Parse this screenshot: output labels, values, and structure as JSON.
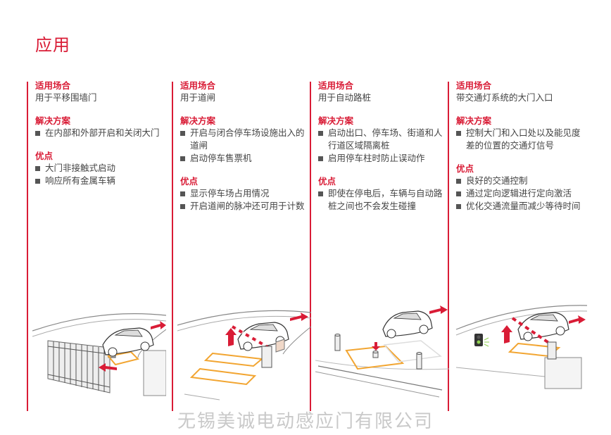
{
  "page": {
    "title": "应用",
    "watermark": "无锡美诚电动感应门有限公司"
  },
  "columns": [
    {
      "applicable_heading": "适用场合",
      "applicable_text": "用于平移围墙门",
      "solution_heading": "解决方案",
      "solution_items": [
        "在内部和外部开启和关闭大门"
      ],
      "advantages_heading": "优点",
      "advantages_items": [
        "大门非接触式启动",
        "响应所有金属车辆"
      ]
    },
    {
      "applicable_heading": "适用场合",
      "applicable_text": "用于道闸",
      "solution_heading": "解决方案",
      "solution_items": [
        "开启与闭合停车场设施出入的道闸",
        "启动停车售票机"
      ],
      "advantages_heading": "优点",
      "advantages_items": [
        "显示停车场占用情况",
        "开启道闸的脉冲还可用于计数"
      ]
    },
    {
      "applicable_heading": "适用场合",
      "applicable_text": "用于自动路桩",
      "solution_heading": "解决方案",
      "solution_items": [
        "启动出口、停车场、街道和人行道区域隔离桩",
        "启用停车柱时防止误动作"
      ],
      "advantages_heading": "优点",
      "advantages_items": [
        "即使在停电后，车辆与自动路桩之间也不会发生碰撞"
      ]
    },
    {
      "applicable_heading": "适用场合",
      "applicable_text": "带交通灯系统的大门入口",
      "solution_heading": "解决方案",
      "solution_items": [
        "控制大门和入口处以及能见度差的位置的交通灯信号"
      ],
      "advantages_heading": "优点",
      "advantages_items": [
        "良好的交通控制",
        "通过定向逻辑进行定向激活",
        "优化交通流量而减少等待时间"
      ]
    }
  ],
  "colors": {
    "accent": "#d91c36",
    "loop_marking": "#f2a531",
    "text": "#444444"
  },
  "illustrations": [
    "sliding-gate-scene",
    "barrier-gate-scene",
    "bollard-scene",
    "traffic-light-gate-scene"
  ]
}
